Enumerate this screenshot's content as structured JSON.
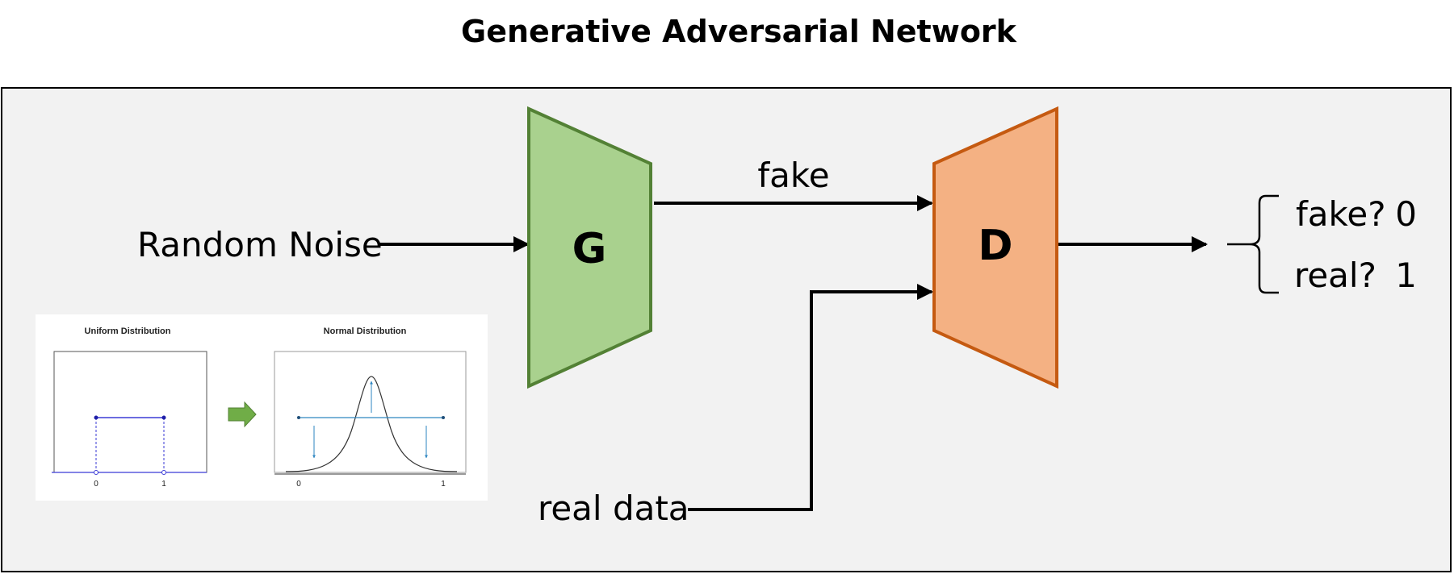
{
  "title": "Generative Adversarial Network",
  "labels": {
    "random_noise": "Random Noise",
    "fake": "fake",
    "real_data": "real data"
  },
  "blocks": {
    "generator": {
      "letter": "G",
      "fill": "#a9d18e",
      "stroke": "#538135"
    },
    "discriminator": {
      "letter": "D",
      "fill": "#f4b183",
      "stroke": "#c55a11"
    }
  },
  "outputs": [
    {
      "question": "fake?",
      "value": "0"
    },
    {
      "question": "real?",
      "value": "1"
    }
  ],
  "distribution_inset": {
    "uniform": {
      "title": "Uniform Distribution",
      "ticks": [
        "0",
        "1"
      ]
    },
    "normal": {
      "title": "Normal Distribution",
      "ticks": [
        "0",
        "1"
      ]
    },
    "transform_arrow_color": "#70ad47"
  },
  "colors": {
    "panel_background": "#f2f2f2",
    "panel_border": "#000000",
    "arrow": "#000000",
    "uniform_line": "#3b3bd6",
    "normal_arrow": "#2e86c1"
  }
}
